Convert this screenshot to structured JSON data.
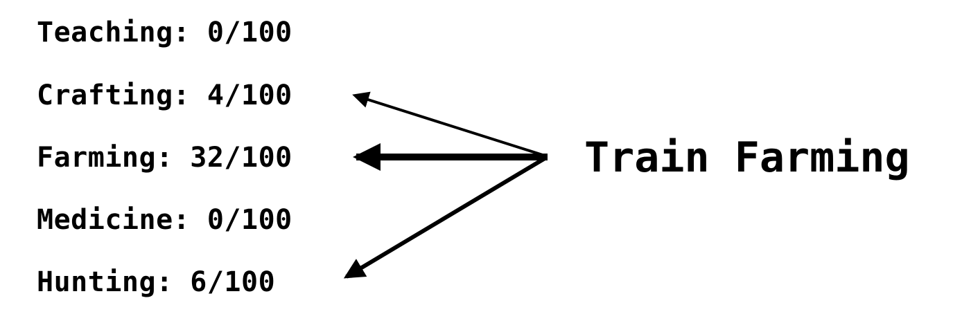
{
  "skills": [
    {
      "name": "Teaching",
      "separator": ": ",
      "value": "0/100"
    },
    {
      "name": "Crafting",
      "separator": ": ",
      "value": "4/100"
    },
    {
      "name": "Farming",
      "separator": ": ",
      "value": "32/100"
    },
    {
      "name": "Medicine",
      "separator": ": ",
      "value": "0/100"
    },
    {
      "name": "Hunting",
      "separator": ": ",
      "value": "6/100"
    }
  ],
  "action": {
    "label": "Train Farming"
  },
  "colors": {
    "ink": "#000000",
    "background": "#ffffff"
  }
}
